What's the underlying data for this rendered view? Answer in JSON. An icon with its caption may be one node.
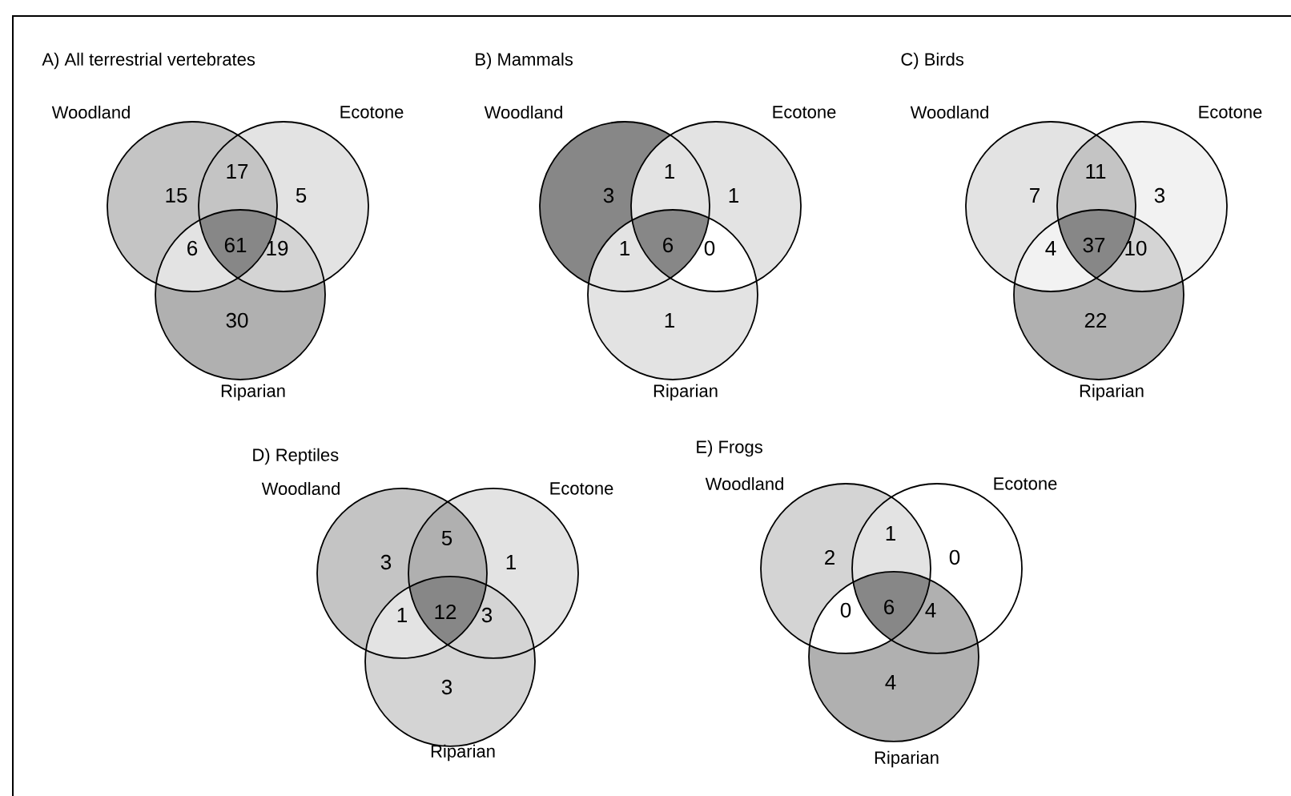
{
  "diagram": {
    "nodes": [
      {
        "text": [
          "Woodland"
        ]
      },
      {
        "text": [
          "Ecotone"
        ]
      },
      {
        "text": [
          "Riparian"
        ]
      },
      {
        "text": [
          "Woodland"
        ]
      },
      {
        "text": [
          "Ecotone"
        ]
      },
      {
        "text": [
          "Riparian"
        ]
      },
      {
        "text": [
          "Woodland"
        ]
      },
      {
        "text": [
          "Ecotone"
        ]
      },
      {
        "text": [
          "Riparian"
        ]
      },
      {
        "text": [
          "Woodland"
        ]
      },
      {
        "text": [
          "Ecotone"
        ]
      },
      {
        "text": [
          "Riparian"
        ]
      },
      {
        "text": [
          "Woodland"
        ]
      },
      {
        "text": [
          "Ecotone"
        ]
      },
      {
        "text": [
          "Riparian"
        ]
      }
    ],
    "edges": [],
    "labels": [
      "A) All terrestrial vertebrates",
      "17",
      "15",
      "5",
      "6",
      "61",
      "19",
      "30",
      "B) Mammals",
      "1",
      "3",
      "1",
      "1",
      "6",
      "0",
      "1",
      "C) Birds",
      "11",
      "7",
      "3",
      "4",
      "37",
      "10",
      "22",
      "D) Reptiles",
      "5",
      "3",
      "1",
      "1",
      "12",
      "3",
      "3",
      "E) Frogs",
      "1",
      "2",
      "0",
      "0",
      "6",
      "4",
      "4"
    ]
  }
}
